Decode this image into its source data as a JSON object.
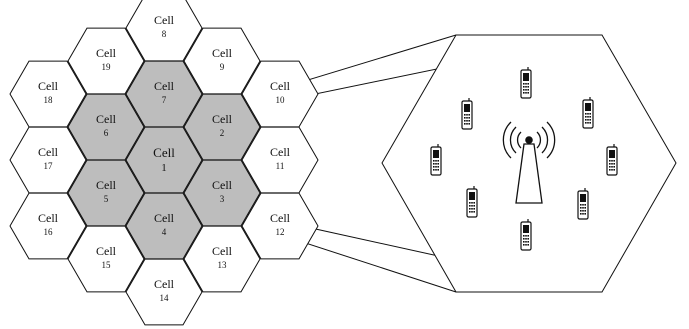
{
  "cells": [
    {
      "id": "1",
      "word": "Cell",
      "number": "1",
      "highlighted": true
    },
    {
      "id": "2",
      "word": "Cell",
      "number": "2",
      "highlighted": true
    },
    {
      "id": "3",
      "word": "Cell",
      "number": "3",
      "highlighted": true
    },
    {
      "id": "4",
      "word": "Cell",
      "number": "4",
      "highlighted": true
    },
    {
      "id": "5",
      "word": "Cell",
      "number": "5",
      "highlighted": true
    },
    {
      "id": "6",
      "word": "Cell",
      "number": "6",
      "highlighted": true
    },
    {
      "id": "7",
      "word": "Cell",
      "number": "7",
      "highlighted": true
    },
    {
      "id": "8",
      "word": "Cell",
      "number": "8",
      "highlighted": false
    },
    {
      "id": "9",
      "word": "Cell",
      "number": "9",
      "highlighted": false
    },
    {
      "id": "10",
      "word": "Cell",
      "number": "10",
      "highlighted": false
    },
    {
      "id": "11",
      "word": "Cell",
      "number": "11",
      "highlighted": false
    },
    {
      "id": "12",
      "word": "Cell",
      "number": "12",
      "highlighted": false
    },
    {
      "id": "13",
      "word": "Cell",
      "number": "13",
      "highlighted": false
    },
    {
      "id": "14",
      "word": "Cell",
      "number": "14",
      "highlighted": false
    },
    {
      "id": "15",
      "word": "Cell",
      "number": "15",
      "highlighted": false
    },
    {
      "id": "16",
      "word": "Cell",
      "number": "16",
      "highlighted": false
    },
    {
      "id": "17",
      "word": "Cell",
      "number": "17",
      "highlighted": false
    },
    {
      "id": "18",
      "word": "Cell",
      "number": "18",
      "highlighted": false
    },
    {
      "id": "19",
      "word": "Cell",
      "number": "19",
      "highlighted": false
    }
  ],
  "colors": {
    "highlight_fill": "#bdbdbd",
    "normal_fill": "#ffffff",
    "outline": "#111111"
  },
  "icons": {
    "tower": "cell-tower-icon",
    "phone": "mobile-phone-icon"
  }
}
